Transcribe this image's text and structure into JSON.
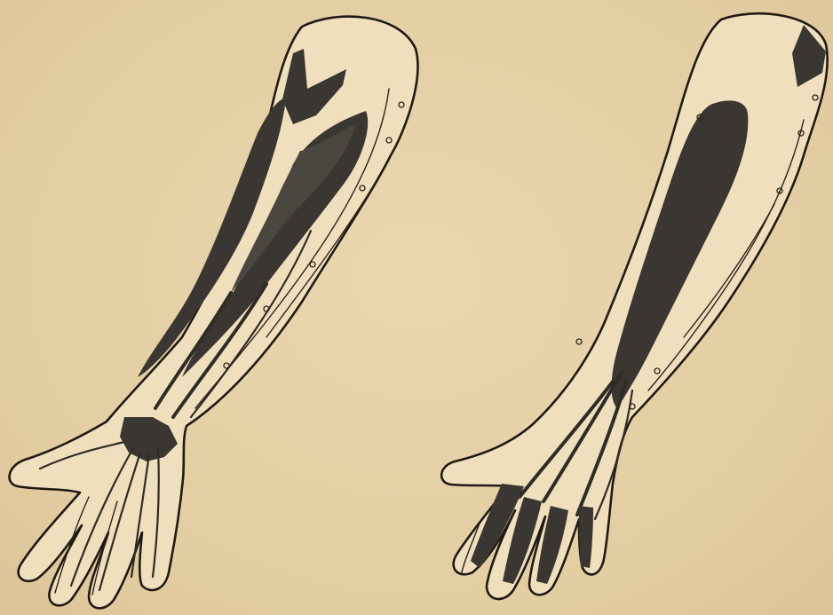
{
  "figure": {
    "panels": [
      {
        "id": "left",
        "view": "forearm-and-hand"
      },
      {
        "id": "right",
        "view": "forearm-and-hand"
      }
    ],
    "colors": {
      "paper": "#e6d2a9",
      "ink": "#1f1a14",
      "shading": "#3a3631"
    }
  }
}
